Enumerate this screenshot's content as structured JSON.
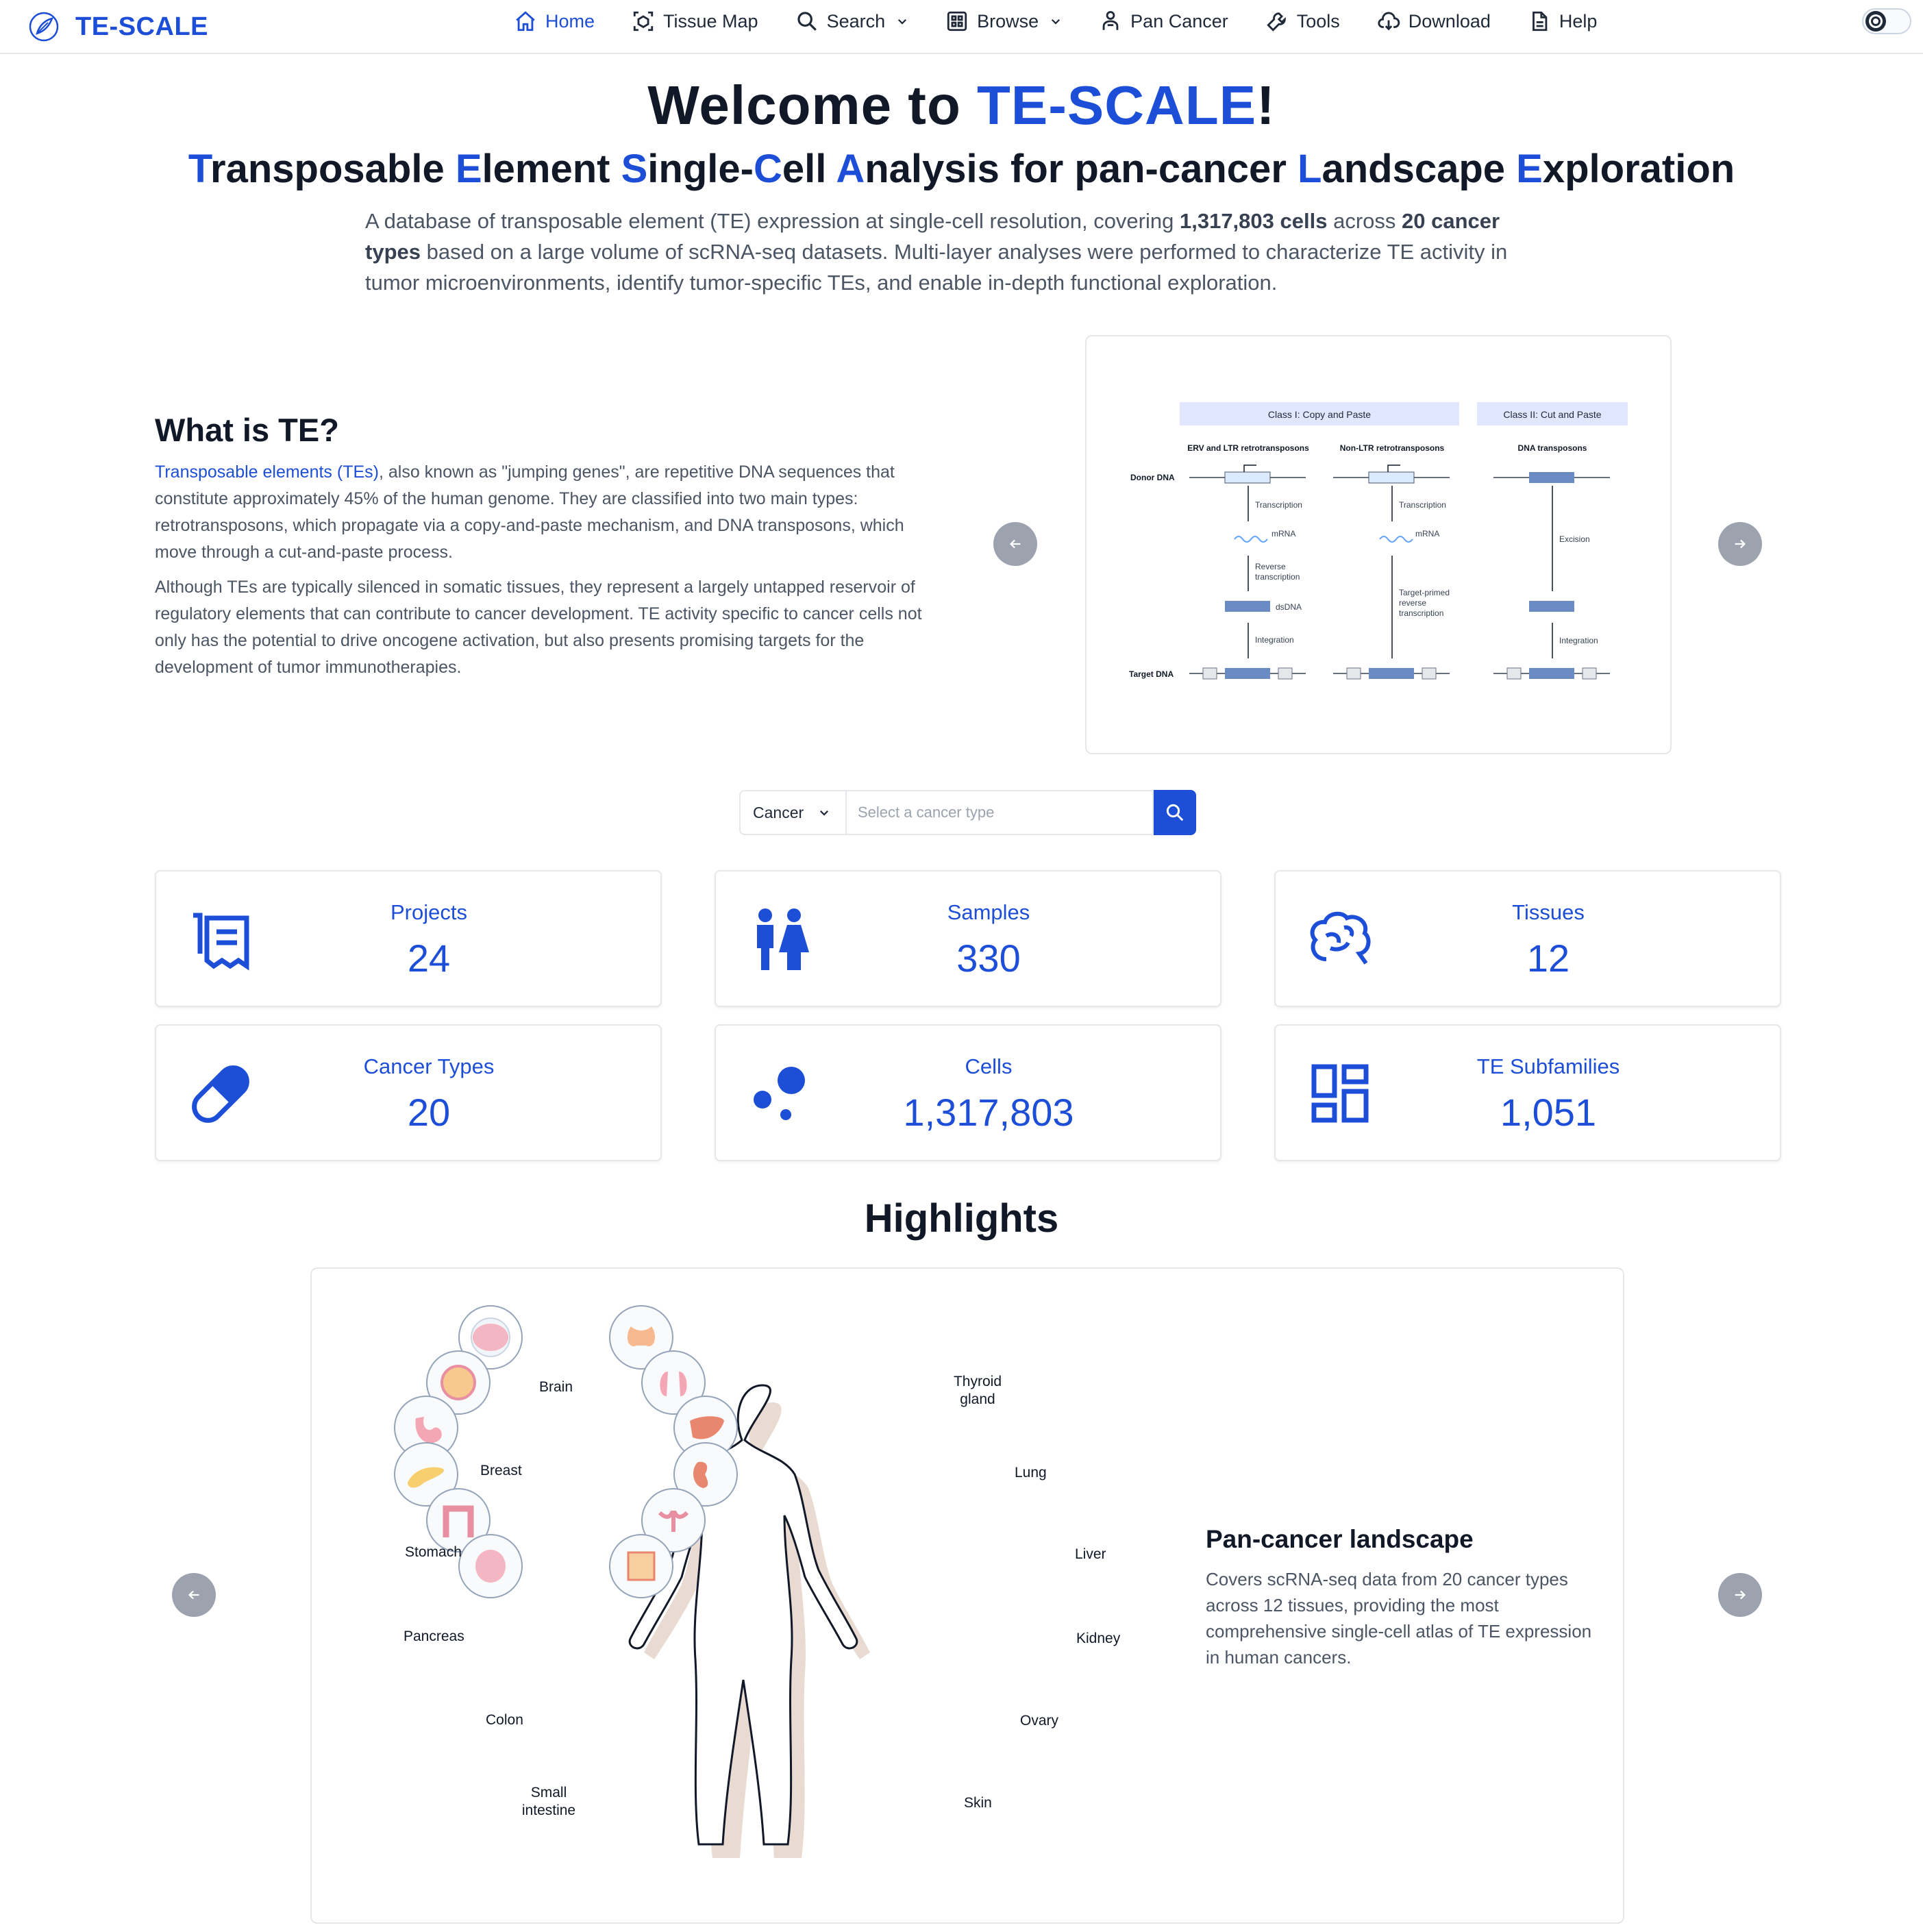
{
  "brand": {
    "name": "TE-SCALE"
  },
  "nav": {
    "items": [
      {
        "label": "Home",
        "icon": "home-icon",
        "active": true
      },
      {
        "label": "Tissue Map",
        "icon": "tissue-map-icon"
      },
      {
        "label": "Search",
        "icon": "search-icon",
        "dropdown": true
      },
      {
        "label": "Browse",
        "icon": "browse-grid-icon",
        "dropdown": true
      },
      {
        "label": "Pan Cancer",
        "icon": "person-icon"
      },
      {
        "label": "Tools",
        "icon": "wrench-icon"
      },
      {
        "label": "Download",
        "icon": "cloud-download-icon"
      },
      {
        "label": "Help",
        "icon": "document-icon"
      }
    ]
  },
  "hero": {
    "title_prefix": "Welcome to ",
    "title_brand": "TE-SCALE",
    "title_suffix": "!",
    "subtitle_parts": [
      {
        "text": "T",
        "hl": true
      },
      {
        "text": "ransposable ",
        "hl": false
      },
      {
        "text": "E",
        "hl": true
      },
      {
        "text": "lement ",
        "hl": false
      },
      {
        "text": "S",
        "hl": true
      },
      {
        "text": "ingle-",
        "hl": false
      },
      {
        "text": "C",
        "hl": true
      },
      {
        "text": "ell ",
        "hl": false
      },
      {
        "text": "A",
        "hl": true
      },
      {
        "text": "nalysis for pan-cancer ",
        "hl": false
      },
      {
        "text": "L",
        "hl": true
      },
      {
        "text": "andscape ",
        "hl": false
      },
      {
        "text": "E",
        "hl": true
      },
      {
        "text": "xploration",
        "hl": false
      }
    ],
    "desc_1": "A database of transposable element (TE) expression at single-cell resolution, covering ",
    "desc_cells": "1,317,803 cells",
    "desc_2": " across ",
    "desc_types": "20 cancer types",
    "desc_3": " based on a large volume of scRNA-seq datasets. Multi-layer analyses were performed to characterize TE activity in tumor microenvironments, identify tumor-specific TEs, and enable in-depth functional exploration."
  },
  "what_is_te": {
    "title": "What is TE?",
    "link_text": "Transposable elements (TEs)",
    "p1_rest": ", also known as \"jumping genes\", are repetitive DNA sequences that constitute approximately 45% of the human genome. They are classified into two main types: retrotransposons, which propagate via a copy-and-paste mechanism, and DNA transposons, which move through a cut-and-paste process.",
    "p2": "Although TEs are typically silenced in somatic tissues, they represent a largely untapped reservoir of regulatory elements that can contribute to cancer development. TE activity specific to cancer cells not only has the potential to drive oncogene activation, but also presents promising targets for the development of tumor immunotherapies.",
    "diagram": {
      "class1": "Class I: Copy and Paste",
      "class2": "Class II: Cut and Paste",
      "col1": "ERV and LTR retrotransposons",
      "col2": "Non-LTR retrotransposons",
      "col3": "DNA transposons",
      "donor": "Donor DNA",
      "target": "Target DNA",
      "transcription": "Transcription",
      "mrna": "mRNA",
      "reverse": "Reverse",
      "transcription2": "transcription",
      "dsdna": "dsDNA",
      "integration": "Integration",
      "target_primed_1": "Target-primed",
      "target_primed_2": "reverse",
      "target_primed_3": "transcription",
      "excision": "Excision"
    }
  },
  "search": {
    "select_value": "Cancer",
    "placeholder": "Select a cancer type"
  },
  "stats": [
    {
      "label": "Projects",
      "value": "24",
      "icon": "document-list-icon"
    },
    {
      "label": "Samples",
      "value": "330",
      "icon": "people-icon"
    },
    {
      "label": "Tissues",
      "value": "12",
      "icon": "brain-icon"
    },
    {
      "label": "Cancer Types",
      "value": "20",
      "icon": "pill-icon"
    },
    {
      "label": "Cells",
      "value": "1,317,803",
      "icon": "cells-icon"
    },
    {
      "label": "TE Subfamilies",
      "value": "1,051",
      "icon": "dashboard-grid-icon"
    }
  ],
  "highlights": {
    "title": "Highlights",
    "heading": "Pan-cancer landscape",
    "text": "Covers scRNA-seq data from 20 cancer types across 12 tissues, providing the most comprehensive single-cell atlas of TE expression in human cancers.",
    "organs_left": [
      "Brain",
      "Breast",
      "Stomach",
      "Pancreas",
      "Colon",
      "Small intestine"
    ],
    "organs_right": [
      "Thyroid gland",
      "Lung",
      "Liver",
      "Kidney",
      "Ovary",
      "Skin"
    ]
  },
  "colors": {
    "accent": "#1d4ed8",
    "muted": "#9ca3af"
  }
}
